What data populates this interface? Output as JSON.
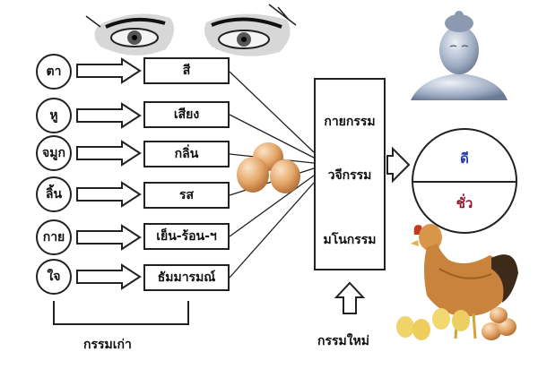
{
  "sense_doors": [
    "ตา",
    "หู",
    "จมูก",
    "ลิ้น",
    "กาย",
    "ใจ"
  ],
  "sense_objects": [
    "สี",
    "เสียง",
    "กลิ่น",
    "รส",
    "เย็น-ร้อน-ฯ",
    "ธัมมารมณ์"
  ],
  "karma": [
    "กายกรรม",
    "วจีกรรม",
    "มโนกรรม"
  ],
  "results": {
    "good": "ดี",
    "bad": "ชั่ว"
  },
  "captions": {
    "old_karma": "กรรมเก่า",
    "new_karma": "กรรมใหม่"
  },
  "colors": {
    "good": "#2a3aa8",
    "bad": "#8b1a2a"
  }
}
